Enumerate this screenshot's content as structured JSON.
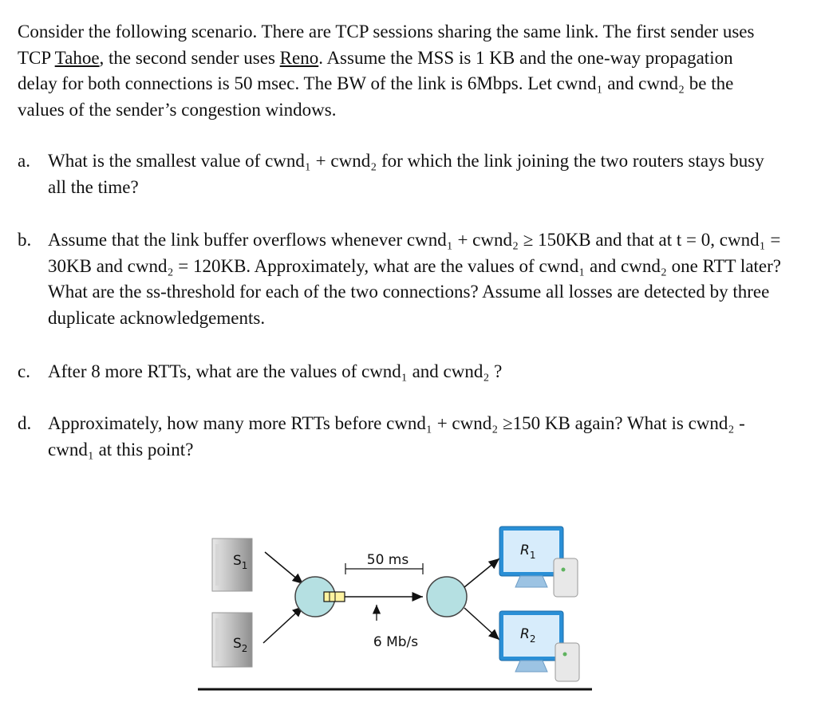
{
  "intro": {
    "p1": "Consider the following scenario. There are TCP sessions sharing the same link. The first sender uses TCP ",
    "tahoe": "Tahoe",
    "p2": ", the second sender uses ",
    "reno": "Reno",
    "p3": ". Assume the MSS is 1 KB and the one-way propagation delay for both connections is 50 msec. The BW of the link is 6Mbps. Let cwnd₁ and cwnd₂ be the values of the sender’s congestion windows."
  },
  "questions": [
    {
      "label": "a.",
      "text": "What is the smallest value of cwnd₁ + cwnd₂ for which the link joining the two routers stays busy all the time?"
    },
    {
      "label": "b.",
      "text": "Assume that the link buffer overflows whenever cwnd₁ + cwnd₂ ≥ 150KB and that at t = 0, cwnd₁ = 30KB and cwnd₂ = 120KB. Approximately, what are the values of cwnd₁ and cwnd₂ one RTT later? What are the ss-threshold for each of the two connections? Assume all losses are detected by three duplicate acknowledgements."
    },
    {
      "label": "c.",
      "text": "After 8 more RTTs, what are the values of cwnd₁ and cwnd₂ ?"
    },
    {
      "label": "d.",
      "text": "Approximately, how many more RTTs before cwnd₁ + cwnd₂ ≥150 KB again? What is cwnd₂ - cwnd₁ at this point?"
    }
  ],
  "figure": {
    "s1": "S",
    "s1_sub": "1",
    "s2": "S",
    "s2_sub": "2",
    "r1": "R",
    "r1_sub": "1",
    "r2": "R",
    "r2_sub": "2",
    "delay": "50 ms",
    "bandwidth": "6 Mb/s",
    "colors": {
      "router_fill": "#b5e0e2",
      "buffer_fill": "#fff3a0",
      "monitor_frame": "#2a8fd6",
      "monitor_screen": "#d7ecfb",
      "server_gray": "#b9b9b9"
    }
  }
}
